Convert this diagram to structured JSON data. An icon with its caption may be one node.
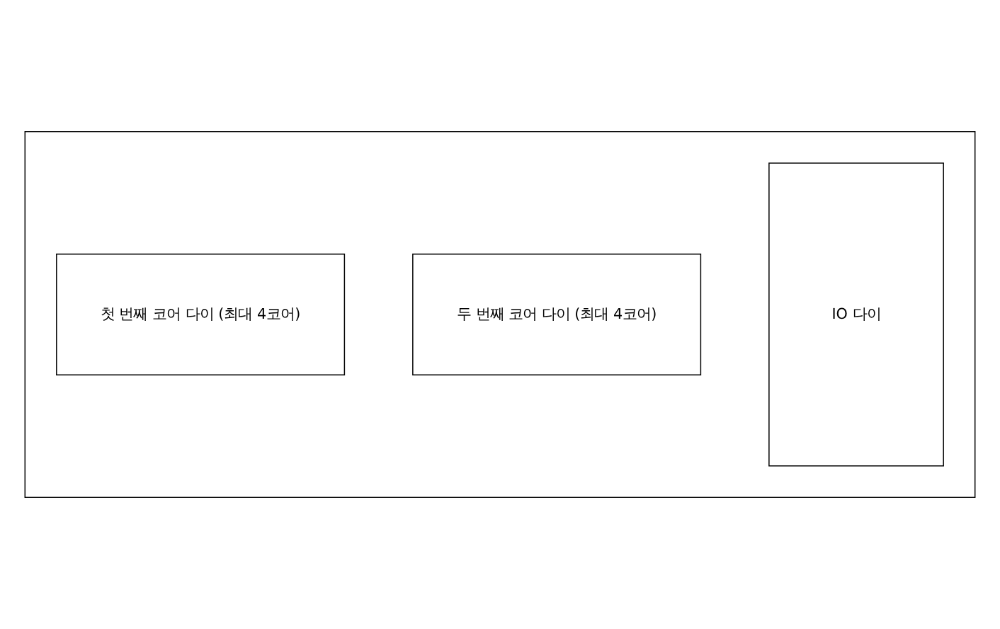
{
  "diagram": {
    "nodes": [
      {
        "text": [],
        "shape": "box"
      },
      {
        "text": [
          "첫 번째 코어 다이 (최대 4코어)"
        ],
        "in": 0
      },
      {
        "text": [
          "두 번째 코어 다이 (최대 4코어)"
        ],
        "in": 0
      },
      {
        "text": [
          "IO 다이"
        ],
        "in": 0
      }
    ]
  }
}
